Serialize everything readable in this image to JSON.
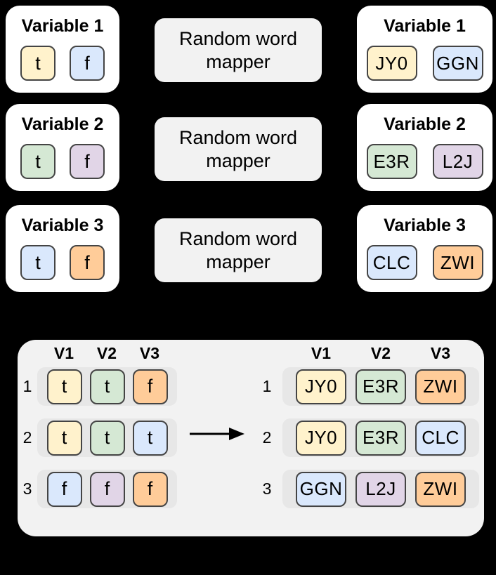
{
  "palette": {
    "yellow": "#FFF2CC",
    "blue": "#DAE8FC",
    "green": "#D5E8D4",
    "purple": "#E1D5E7",
    "orange": "#FFCC99",
    "chip_border": "#444444",
    "card_bg": "#FFFFFF",
    "mapper_bg": "#F2F2F2",
    "panel_bg": "#F2F2F2",
    "row_strip_bg": "#E7E7E7",
    "background": "#000000"
  },
  "mapper_rows": [
    {
      "title": "Variable 1",
      "mapper_label": "Random word mapper",
      "inputs": [
        {
          "label": "t",
          "color": "yellow"
        },
        {
          "label": "f",
          "color": "blue"
        }
      ],
      "outputs": [
        {
          "label": "JY0",
          "color": "yellow"
        },
        {
          "label": "GGN",
          "color": "blue"
        }
      ]
    },
    {
      "title": "Variable 2",
      "mapper_label": "Random word mapper",
      "inputs": [
        {
          "label": "t",
          "color": "green"
        },
        {
          "label": "f",
          "color": "purple"
        }
      ],
      "outputs": [
        {
          "label": "E3R",
          "color": "green"
        },
        {
          "label": "L2J",
          "color": "purple"
        }
      ]
    },
    {
      "title": "Variable 3",
      "mapper_label": "Random word mapper",
      "inputs": [
        {
          "label": "t",
          "color": "blue"
        },
        {
          "label": "f",
          "color": "orange"
        }
      ],
      "outputs": [
        {
          "label": "CLC",
          "color": "blue"
        },
        {
          "label": "ZWI",
          "color": "orange"
        }
      ]
    }
  ],
  "table_panel": {
    "left_table": {
      "headers": [
        "V1",
        "V2",
        "V3"
      ],
      "rows": [
        {
          "num": "1",
          "cells": [
            {
              "label": "t",
              "color": "yellow"
            },
            {
              "label": "t",
              "color": "green"
            },
            {
              "label": "f",
              "color": "orange"
            }
          ]
        },
        {
          "num": "2",
          "cells": [
            {
              "label": "t",
              "color": "yellow"
            },
            {
              "label": "t",
              "color": "green"
            },
            {
              "label": "t",
              "color": "blue"
            }
          ]
        },
        {
          "num": "3",
          "cells": [
            {
              "label": "f",
              "color": "blue"
            },
            {
              "label": "f",
              "color": "purple"
            },
            {
              "label": "f",
              "color": "orange"
            }
          ]
        }
      ]
    },
    "right_table": {
      "headers": [
        "V1",
        "V2",
        "V3"
      ],
      "rows": [
        {
          "num": "1",
          "cells": [
            {
              "label": "JY0",
              "color": "yellow"
            },
            {
              "label": "E3R",
              "color": "green"
            },
            {
              "label": "ZWI",
              "color": "orange"
            }
          ]
        },
        {
          "num": "2",
          "cells": [
            {
              "label": "JY0",
              "color": "yellow"
            },
            {
              "label": "E3R",
              "color": "green"
            },
            {
              "label": "CLC",
              "color": "blue"
            }
          ]
        },
        {
          "num": "3",
          "cells": [
            {
              "label": "GGN",
              "color": "blue"
            },
            {
              "label": "L2J",
              "color": "purple"
            },
            {
              "label": "ZWI",
              "color": "orange"
            }
          ]
        }
      ]
    }
  }
}
